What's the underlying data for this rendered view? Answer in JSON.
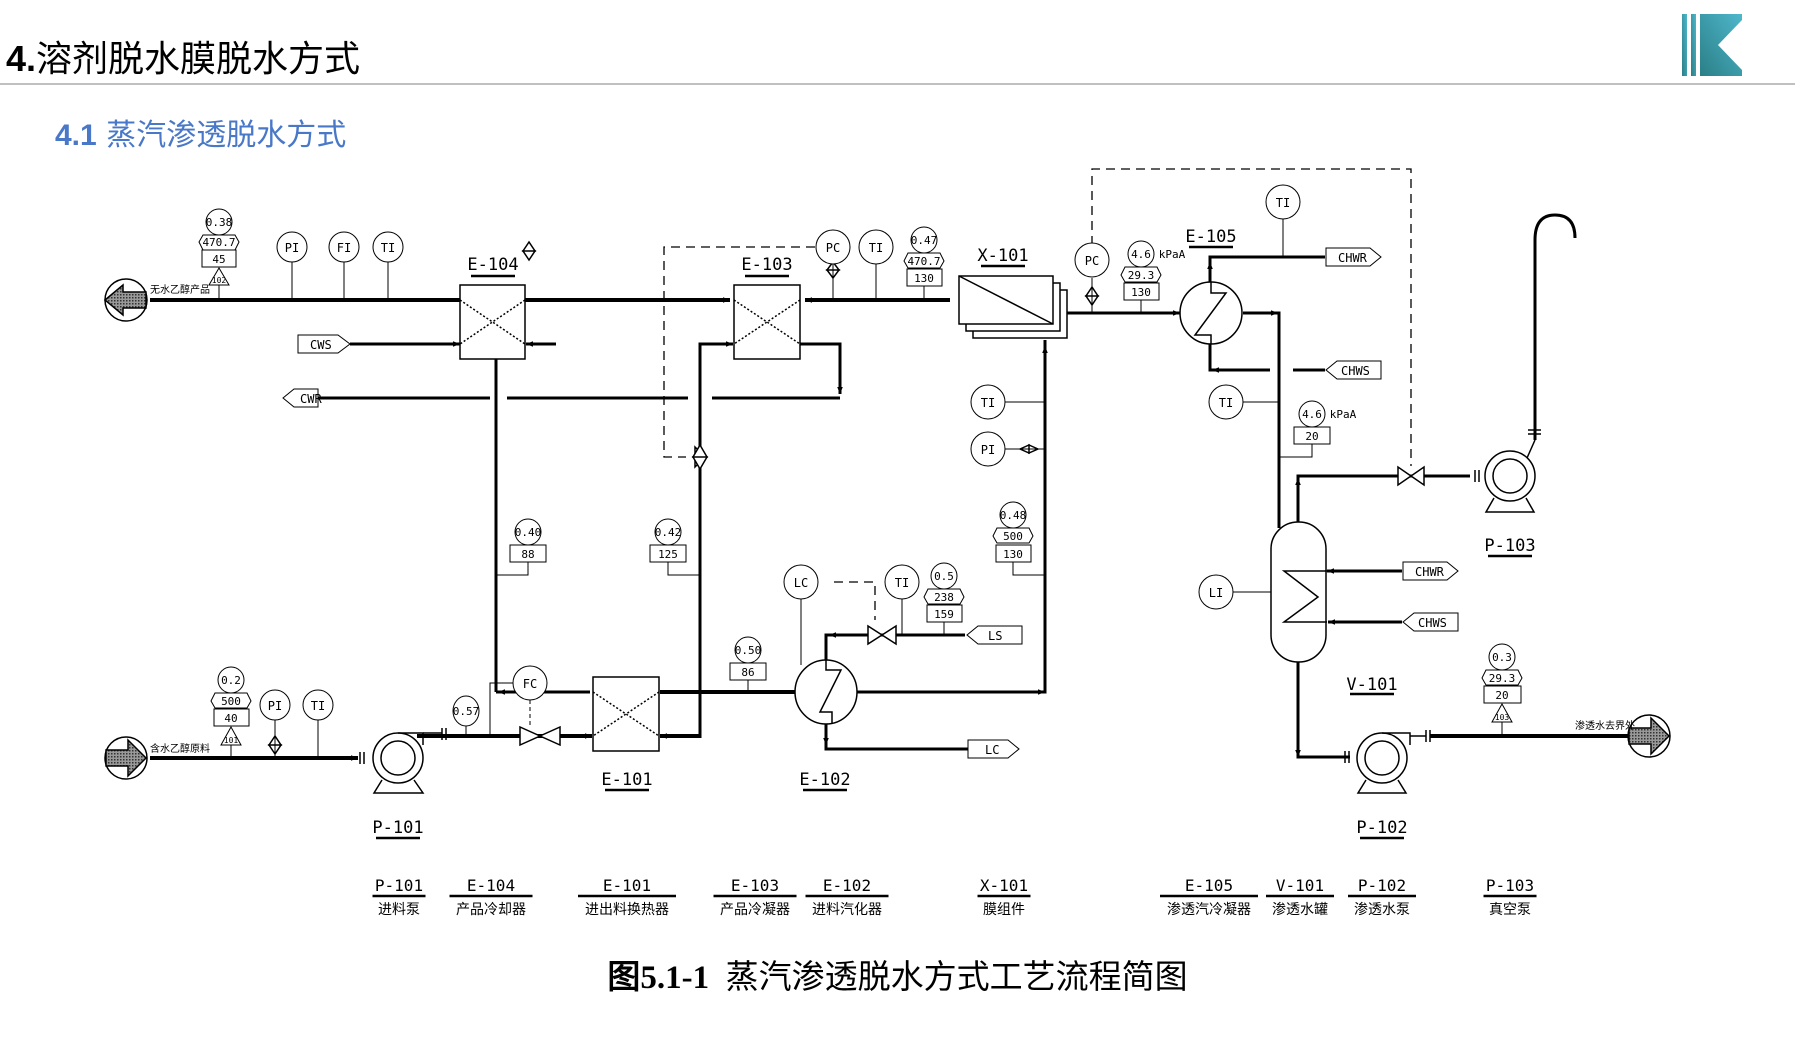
{
  "header": {
    "section_number": "4.",
    "section_title": "溶剂脱水膜脱水方式",
    "subsection_number": "4.1",
    "subsection_title": "蒸汽渗透脱水方式",
    "logo_icon": "brand-logo-k"
  },
  "colors": {
    "subtitle_blue": "#4a78c8",
    "logo_teal_dark": "#2a7f86",
    "logo_teal_light": "#4fb7cc",
    "divider_gray": "#c0c0c0"
  },
  "diagram": {
    "streams": {
      "product_out_label": "无水乙醇产品",
      "feed_in_label": "含水乙醇原料",
      "permeate_out_label": "渗透水去界外"
    },
    "equipment_tags": {
      "E104": "E-104",
      "E103": "E-103",
      "X101": "X-101",
      "E105": "E-105",
      "E101": "E-101",
      "E102": "E-102",
      "P101": "P-101",
      "P102": "P-102",
      "P103": "P-103",
      "V101": "V-101"
    },
    "utilities": {
      "cws": "CWS",
      "cwr": "CWR",
      "chwr_e105": "CHWR",
      "chws_e105": "CHWS",
      "chwr_v101": "CHWR",
      "chws_v101": "CHWS",
      "ls": "LS",
      "lc": "LC"
    },
    "instruments": {
      "pi_product": "PI",
      "fi_product": "FI",
      "ti_product": "TI",
      "pc_e103": "PC",
      "ti_e103": "TI",
      "pc_x101": "PC",
      "ti_e105_top": "TI",
      "ti_e105_bottom": "TI",
      "ti_x101_in": "TI",
      "pi_x101_in": "PI",
      "lc_e102": "LC",
      "ti_ls": "TI",
      "fc_feed": "FC",
      "pi_feed": "PI",
      "ti_feed": "TI",
      "li_v101": "LI"
    },
    "stream_tags": {
      "product": {
        "pressure": "0.38",
        "flow": "470.7",
        "temp": "45",
        "id": "102"
      },
      "x101_out": {
        "pressure": "0.47",
        "flow": "470.7",
        "temp": "130"
      },
      "e105_in": {
        "pressure": "4.6",
        "unit": "kPaA",
        "flow": "29.3",
        "temp": "130"
      },
      "v101_vac": {
        "pressure": "4.6",
        "unit": "kPaA",
        "temp": "20"
      },
      "e104_hot": {
        "pressure": "0.40",
        "temp": "88"
      },
      "e103_out": {
        "pressure": "0.42",
        "temp": "125"
      },
      "x101_in": {
        "pressure": "0.48",
        "flow": "500",
        "temp": "130"
      },
      "steam": {
        "pressure": "0.5",
        "flow": "238",
        "temp": "159"
      },
      "e101_out": {
        "pressure": "0.50",
        "temp": "86"
      },
      "feed": {
        "pressure": "0.2",
        "flow": "500",
        "temp": "40",
        "id": "101"
      },
      "p101_out": {
        "pressure": "0.57"
      },
      "permeate": {
        "pressure": "0.3",
        "flow": "29.3",
        "temp": "20",
        "id": "103"
      }
    }
  },
  "legend": [
    {
      "tag": "P-101",
      "name": "进料泵"
    },
    {
      "tag": "E-104",
      "name": "产品冷却器"
    },
    {
      "tag": "E-101",
      "name": "进出料换热器"
    },
    {
      "tag": "E-103",
      "name": "产品冷凝器"
    },
    {
      "tag": "E-102",
      "name": "进料汽化器"
    },
    {
      "tag": "X-101",
      "name": "膜组件"
    },
    {
      "tag": "E-105",
      "name": "渗透汽冷凝器"
    },
    {
      "tag": "V-101",
      "name": "渗透水罐"
    },
    {
      "tag": "P-102",
      "name": "渗透水泵"
    },
    {
      "tag": "P-103",
      "name": "真空泵"
    }
  ],
  "caption": {
    "number": "图5.1-1",
    "text": "蒸汽渗透脱水方式工艺流程简图"
  }
}
